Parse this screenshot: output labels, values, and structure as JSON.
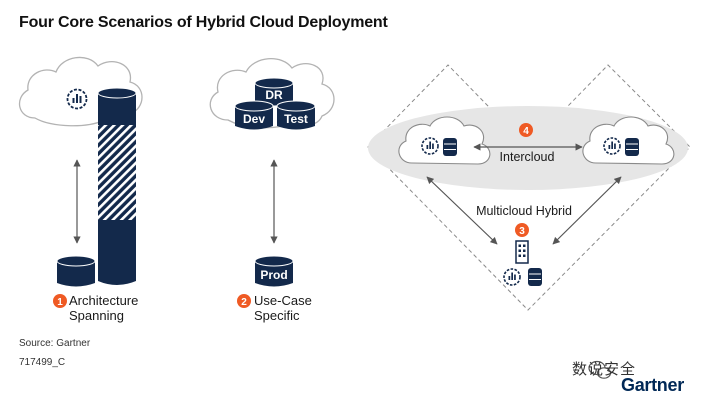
{
  "title": "Four Core Scenarios of Hybrid Cloud Deployment",
  "scenarios": [
    {
      "number": "1",
      "label_line1": "Architecture",
      "label_line2": "Spanning"
    },
    {
      "number": "2",
      "label_line1": "Use-Case",
      "label_line2": "Specific"
    },
    {
      "number": "3",
      "label": "Multicloud Hybrid"
    },
    {
      "number": "4",
      "label": "Intercloud"
    }
  ],
  "db_labels": {
    "dr": "DR",
    "dev": "Dev",
    "test": "Test",
    "prod": "Prod"
  },
  "source": "Source: Gartner",
  "doc_id": "717499_C",
  "watermark": {
    "wechat_text": "数说安全",
    "brand": "Gartner"
  },
  "colors": {
    "navy": "#13294b",
    "badge": "#ef5a24",
    "cloud_outline": "#b3b3b3",
    "halo": "#e6e6e6",
    "arrow": "#555555"
  }
}
